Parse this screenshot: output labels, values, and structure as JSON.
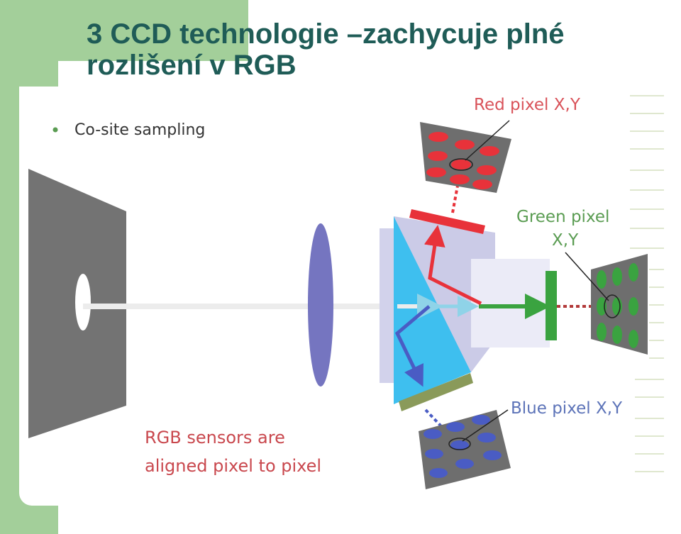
{
  "slide": {
    "title_line1": "3 CCD technologie –zachycuje plné",
    "title_line2": "rozlišení v RGB"
  },
  "diagram": {
    "bullet": "Co-site sampling",
    "red_label": "Red pixel X,Y",
    "green_label_line1": "Green pixel",
    "green_label_line2": "X,Y",
    "blue_label": "Blue pixel X,Y",
    "caption_line1": "RGB sensors are",
    "caption_line2": "aligned pixel to pixel"
  },
  "colors": {
    "title": "#1f5c57",
    "band": "#a3cf9a",
    "red": "#e8323a",
    "green": "#3aa340",
    "blue": "#4a5cc4",
    "prism_cyan": "#3ebfef",
    "label_red": "#d9535a",
    "label_green": "#5a9c52",
    "label_blue": "#5c73b8"
  }
}
